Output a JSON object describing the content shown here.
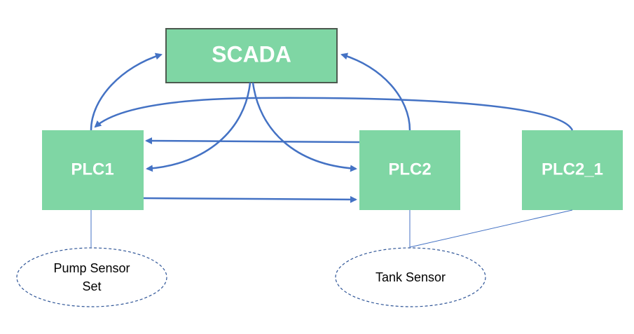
{
  "nodes": {
    "scada": {
      "label": "SCADA"
    },
    "plc1": {
      "label": "PLC1"
    },
    "plc2": {
      "label": "PLC2"
    },
    "plc2_1": {
      "label": "PLC2_1"
    }
  },
  "sensors": {
    "pump": {
      "line1": "Pump Sensor",
      "line2": "Set"
    },
    "tank": {
      "line1": "Tank Sensor"
    }
  },
  "colors": {
    "node_fill": "#7fd6a4",
    "scada_border": "#4d5a4f",
    "arrow": "#4472c4",
    "sensor_border": "#2f5597"
  }
}
